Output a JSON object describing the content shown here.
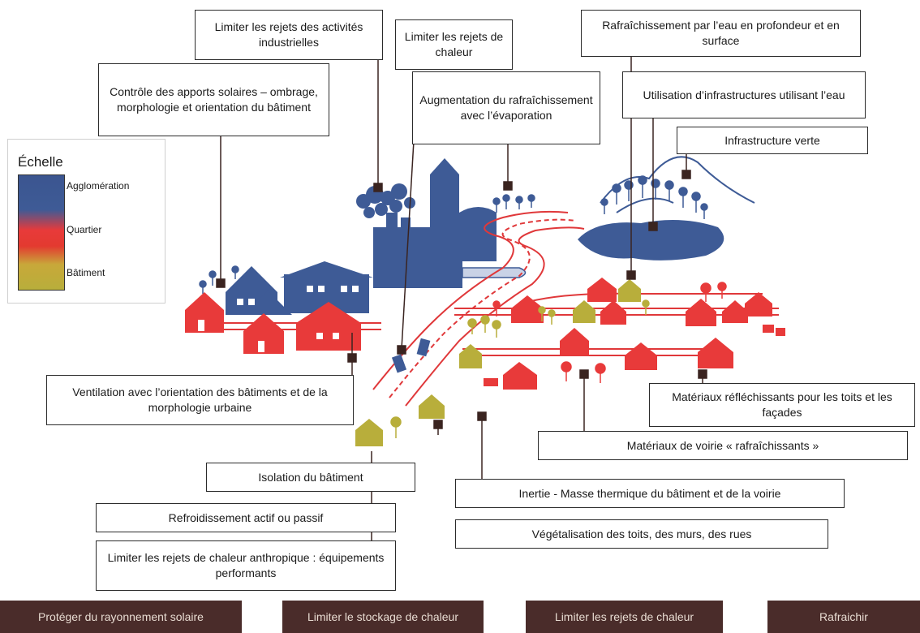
{
  "legend": {
    "title": "Échelle",
    "items": [
      "Agglomération",
      "Quartier",
      "Bâtiment"
    ],
    "colors": {
      "agglomeration": "#3e5b96",
      "quartier": "#e83a3a",
      "batiment": "#b8ae3b"
    }
  },
  "labels": {
    "rejets_industriels": "Limiter les rejets des activités industrielles",
    "rejets_chaleur": "Limiter les rejets de chaleur",
    "rafraichissement_eau": "Rafraîchissement par l’eau en profondeur et en surface",
    "apports_solaires": "Contrôle des apports solaires – ombrage, morphologie et orientation du bâtiment",
    "evaporation": "Augmentation du rafraîchissement avec l’évaporation",
    "infrastructures_eau": "Utilisation d’infrastructures utilisant l’eau",
    "infrastructure_verte": "Infrastructure verte",
    "ventilation": "Ventilation avec l’orientation des bâtiments et de la morphologie urbaine",
    "materiaux_reflechissants": "Matériaux réfléchissants pour les toits et les façades",
    "materiaux_voirie": "Matériaux de voirie « rafraîchissants »",
    "isolation": "Isolation du bâtiment",
    "inertie": "Inertie -  Masse thermique du bâtiment et de la voirie",
    "refroidissement": "Refroidissement actif ou passif",
    "vegetalisation": "Végétalisation des toits, des murs, des rues",
    "rejets_anthropiques": "Limiter les rejets de chaleur anthropique : équipements performants"
  },
  "bottom_bar": [
    "Protéger du rayonnement solaire",
    "Limiter le stockage de chaleur",
    "Limiter les  rejets de chaleur",
    "Rafraichir"
  ]
}
